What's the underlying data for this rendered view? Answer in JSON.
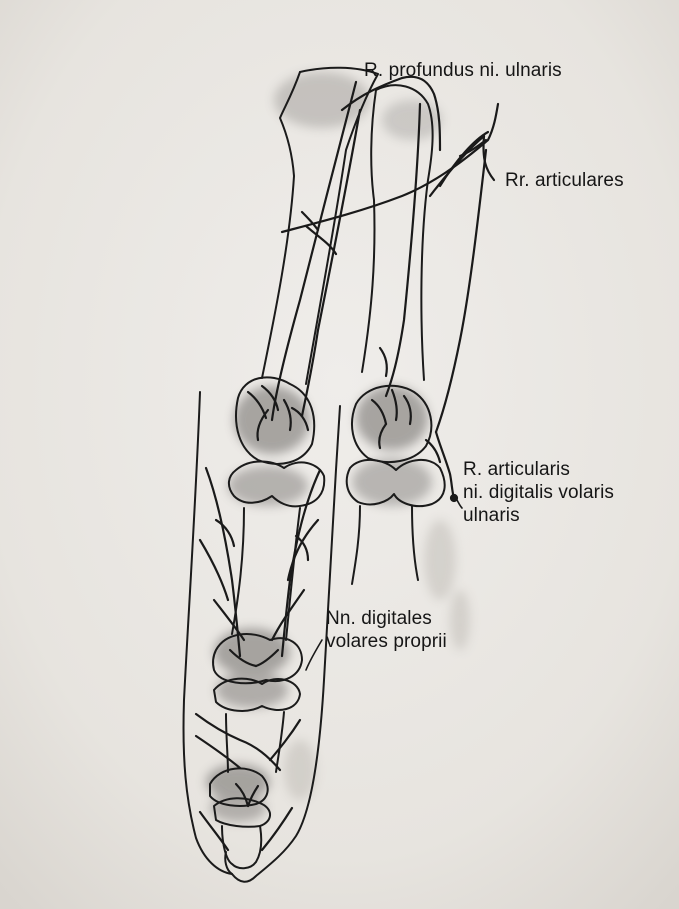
{
  "diagram": {
    "labels": {
      "profundus": "R. profundus ni. ulnaris",
      "articulares": "Rr. articulares",
      "articularis_line1": "R. articularis",
      "articularis_line2": "ni. digitalis volaris",
      "articularis_line3": "ulnaris",
      "digitales_line1": "Nn. digitales",
      "digitales_line2": "volares proprii"
    },
    "colors": {
      "paper": "#ebe8e3",
      "ink": "#1b1b1b",
      "shading": "#8c8a88"
    }
  }
}
